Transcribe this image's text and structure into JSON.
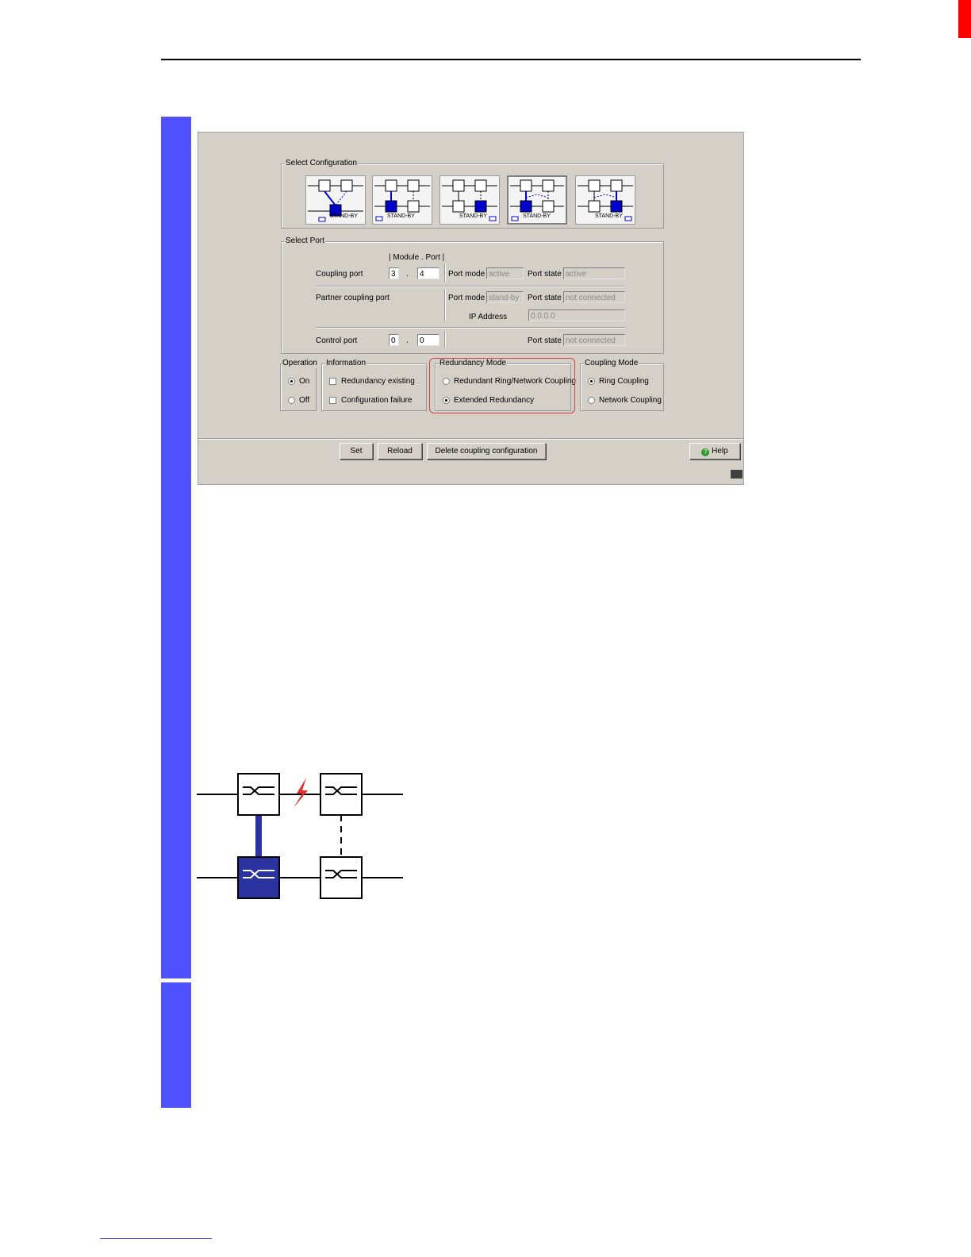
{
  "select_configuration": {
    "title": "Select Configuration",
    "options": [
      {
        "caption": "STAND-BY",
        "selected": false
      },
      {
        "caption": "STAND-BY",
        "selected": false
      },
      {
        "caption": "STAND-BY",
        "selected": false
      },
      {
        "caption": "STAND-BY",
        "selected": true
      },
      {
        "caption": "STAND-BY",
        "selected": false
      }
    ]
  },
  "select_port": {
    "title": "Select Port",
    "module_port_header": "| Module . Port |",
    "coupling_port": {
      "label": "Coupling port",
      "module": "3",
      "port": "4",
      "dot": ".",
      "port_mode_label": "Port mode",
      "port_mode": "active",
      "port_state_label": "Port state",
      "port_state": "active"
    },
    "partner_coupling_port": {
      "label": "Partner coupling port",
      "port_mode_label": "Port mode",
      "port_mode": "stand-by",
      "port_state_label": "Port state",
      "port_state": "not connected",
      "ip_label": "IP Address",
      "ip": "0.0.0.0"
    },
    "control_port": {
      "label": "Control port",
      "module": "0",
      "port": "0",
      "dot": ".",
      "port_state_label": "Port state",
      "port_state": "not connected"
    }
  },
  "operation": {
    "title": "Operation",
    "on": "On",
    "off": "Off",
    "selected": "On"
  },
  "information": {
    "title": "Information",
    "redundancy_existing": "Redundancy existing",
    "configuration_failure": "Configuration failure"
  },
  "redundancy_mode": {
    "title": "Redundancy Mode",
    "option1": "Redundant Ring/Network Coupling",
    "option2": "Extended Redundancy",
    "selected": "Extended Redundancy"
  },
  "coupling_mode": {
    "title": "Coupling Mode",
    "option1": "Ring Coupling",
    "option2": "Network Coupling",
    "selected": "Ring Coupling"
  },
  "buttons": {
    "set": "Set",
    "reload": "Reload",
    "delete": "Delete coupling configuration",
    "help": "Help"
  },
  "colors": {
    "accent_blue": "#4f50ff",
    "switch_active": "#2a33a0",
    "failure_red": "#e03030"
  },
  "icons": [
    "help-icon",
    "switch-icon",
    "lightning-icon"
  ]
}
